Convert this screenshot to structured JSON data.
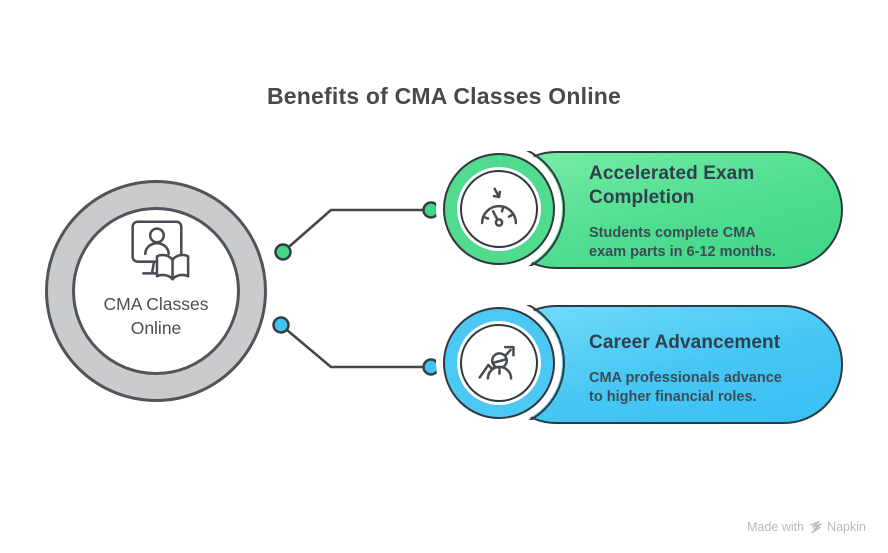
{
  "title": "Benefits of CMA Classes Online",
  "center": {
    "label": "CMA Classes Online",
    "icon": "online-class-icon",
    "ring_color": "#cacbcc"
  },
  "cards": [
    {
      "id": "accelerated-exam-completion",
      "title": "Accelerated Exam Completion",
      "title_lines": [
        "Accelerated Exam",
        "Completion"
      ],
      "description": "Students complete CMA exam parts in 6-12 months.",
      "description_lines": [
        "Students complete CMA",
        "exam parts in 6-12 months."
      ],
      "icon": "speedometer-icon",
      "accent": "#3fd684",
      "accent_light": "#79eda8",
      "ring_color": "#50db8e",
      "dot_color": "#42d687"
    },
    {
      "id": "career-advancement",
      "title": "Career Advancement",
      "title_lines": [
        "Career Advancement",
        ""
      ],
      "description": "CMA professionals advance to higher financial roles.",
      "description_lines": [
        "CMA professionals advance",
        "to higher financial roles."
      ],
      "icon": "growth-person-icon",
      "accent": "#38c0f3",
      "accent_light": "#74dcf9",
      "ring_color": "#4cc8f4",
      "dot_color": "#41c4f1"
    }
  ],
  "colors": {
    "outline_dark": "#323a41",
    "connector": "#3f464c",
    "title_text": "#494949",
    "card_title_text": "#31404c",
    "card_desc_text": "#3c4c57"
  },
  "watermark": {
    "prefix": "Made with",
    "brand": "Napkin"
  }
}
